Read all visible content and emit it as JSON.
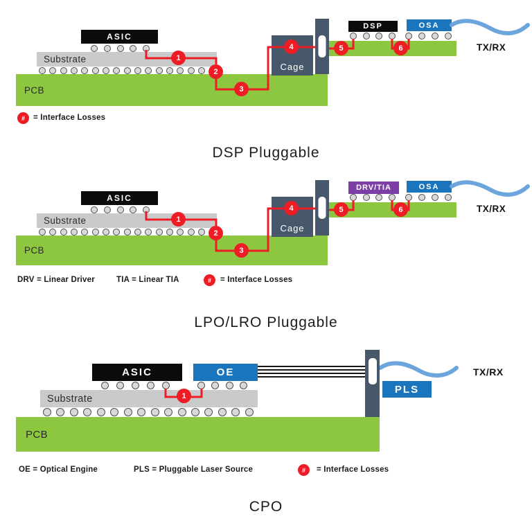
{
  "colors": {
    "pcb-green": "#8DC63F",
    "substrate-gray": "#C9CACA",
    "chip-black": "#0B0B0B",
    "chip-blue": "#1B75BC",
    "chip-purple": "#7B3FA6",
    "slate": "#47586B",
    "red": "#EE1C25",
    "fiber-blue": "#6CA5DC",
    "ball-fill": "#D9D9D9",
    "ball-stroke": "#4D4D4D"
  },
  "diagrams": [
    {
      "title": "DSP Pluggable",
      "asic_label": "ASIC",
      "substrate_label": "Substrate",
      "pcb_label": "PCB",
      "cage_label": "Cage",
      "dsp_label": "DSP",
      "osa_label": "OSA",
      "txrx_label": "TX/RX",
      "markers": [
        "1",
        "2",
        "3",
        "4",
        "5",
        "6"
      ],
      "legend": [
        {
          "badge": "#",
          "text": "= Interface Losses"
        }
      ]
    },
    {
      "title": "LPO/LRO Pluggable",
      "asic_label": "ASIC",
      "substrate_label": "Substrate",
      "pcb_label": "PCB",
      "cage_label": "Cage",
      "drvtia_label": "DRV/TIA",
      "osa_label": "OSA",
      "txrx_label": "TX/RX",
      "markers": [
        "1",
        "2",
        "3",
        "4",
        "5",
        "6"
      ],
      "legend": [
        {
          "text": "DRV = Linear Driver"
        },
        {
          "text": "TIA = Linear TIA"
        },
        {
          "badge": "#",
          "text": "= Interface Losses"
        }
      ]
    },
    {
      "title": "CPO",
      "asic_label": "ASIC",
      "oe_label": "OE",
      "substrate_label": "Substrate",
      "pcb_label": "PCB",
      "pls_label": "PLS",
      "txrx_label": "TX/RX",
      "markers": [
        "1"
      ],
      "legend": [
        {
          "text": "OE = Optical Engine"
        },
        {
          "text": "PLS = Pluggable Laser Source"
        },
        {
          "badge": "#",
          "text": "= Interface Losses"
        }
      ]
    }
  ]
}
